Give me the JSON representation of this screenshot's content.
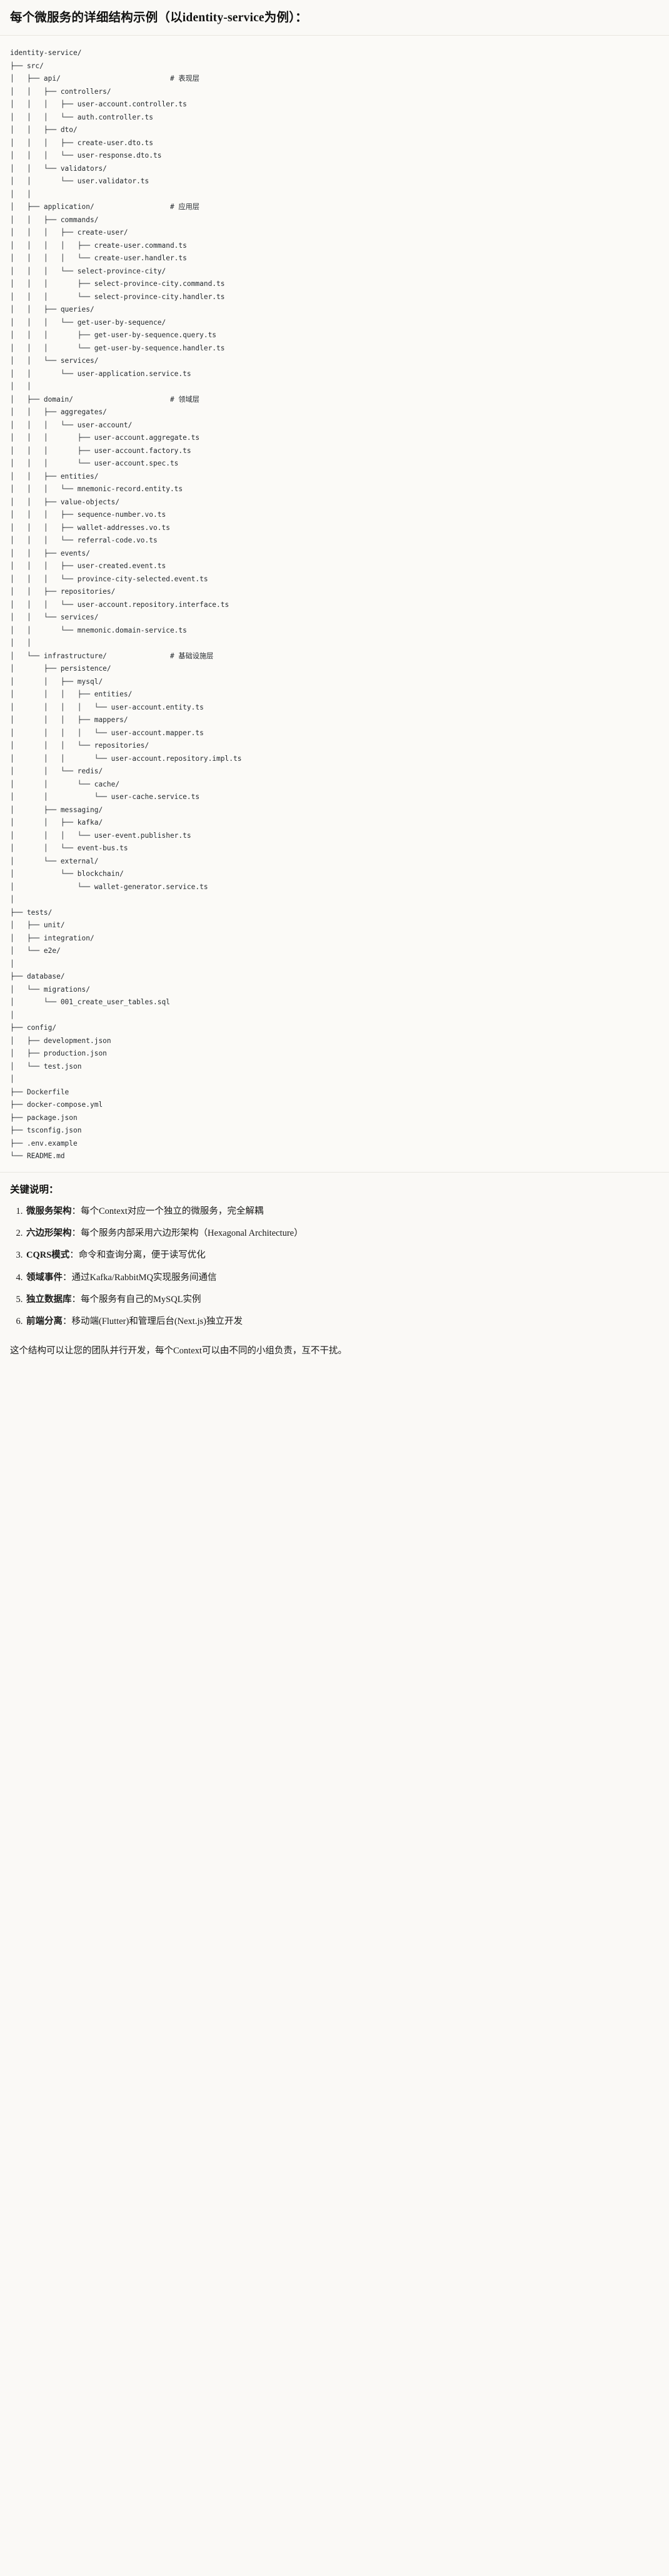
{
  "heading": "每个微服务的详细结构示例（以identity-service为例）：",
  "tree": {
    "root": "identity-service/",
    "text": "identity-service/\n├── src/\n│   ├── api/                          # 表现层\n│   │   ├── controllers/\n│   │   │   ├── user-account.controller.ts\n│   │   │   └── auth.controller.ts\n│   │   ├── dto/\n│   │   │   ├── create-user.dto.ts\n│   │   │   └── user-response.dto.ts\n│   │   └── validators/\n│   │       └── user.validator.ts\n│   │\n│   ├── application/                  # 应用层\n│   │   ├── commands/\n│   │   │   ├── create-user/\n│   │   │   │   ├── create-user.command.ts\n│   │   │   │   └── create-user.handler.ts\n│   │   │   └── select-province-city/\n│   │   │       ├── select-province-city.command.ts\n│   │   │       └── select-province-city.handler.ts\n│   │   ├── queries/\n│   │   │   └── get-user-by-sequence/\n│   │   │       ├── get-user-by-sequence.query.ts\n│   │   │       └── get-user-by-sequence.handler.ts\n│   │   └── services/\n│   │       └── user-application.service.ts\n│   │\n│   ├── domain/                       # 领域层\n│   │   ├── aggregates/\n│   │   │   └── user-account/\n│   │   │       ├── user-account.aggregate.ts\n│   │   │       ├── user-account.factory.ts\n│   │   │       └── user-account.spec.ts\n│   │   ├── entities/\n│   │   │   └── mnemonic-record.entity.ts\n│   │   ├── value-objects/\n│   │   │   ├── sequence-number.vo.ts\n│   │   │   ├── wallet-addresses.vo.ts\n│   │   │   └── referral-code.vo.ts\n│   │   ├── events/\n│   │   │   ├── user-created.event.ts\n│   │   │   └── province-city-selected.event.ts\n│   │   ├── repositories/\n│   │   │   └── user-account.repository.interface.ts\n│   │   └── services/\n│   │       └── mnemonic.domain-service.ts\n│   │\n│   └── infrastructure/               # 基础设施层\n│       ├── persistence/\n│       │   ├── mysql/\n│       │   │   ├── entities/\n│       │   │   │   └── user-account.entity.ts\n│       │   │   ├── mappers/\n│       │   │   │   └── user-account.mapper.ts\n│       │   │   └── repositories/\n│       │   │       └── user-account.repository.impl.ts\n│       │   └── redis/\n│       │       └── cache/\n│       │           └── user-cache.service.ts\n│       ├── messaging/\n│       │   ├── kafka/\n│       │   │   └── user-event.publisher.ts\n│       │   └── event-bus.ts\n│       └── external/\n│           └── blockchain/\n│               └── wallet-generator.service.ts\n│\n├── tests/\n│   ├── unit/\n│   ├── integration/\n│   └── e2e/\n│\n├── database/\n│   └── migrations/\n│       └── 001_create_user_tables.sql\n│\n├── config/\n│   ├── development.json\n│   ├── production.json\n│   └── test.json\n│\n├── Dockerfile\n├── docker-compose.yml\n├── package.json\n├── tsconfig.json\n├── .env.example\n└── README.md",
    "layer_comments": [
      {
        "path": "api/",
        "comment": "# 表现层"
      },
      {
        "path": "application/",
        "comment": "# 应用层"
      },
      {
        "path": "domain/",
        "comment": "# 领域层"
      },
      {
        "path": "infrastructure/",
        "comment": "# 基础设施层"
      }
    ]
  },
  "notes": {
    "title": "关键说明：",
    "items": [
      {
        "index": "1.",
        "term": "微服务架构",
        "sep": "：",
        "desc": "每个Context对应一个独立的微服务，完全解耦"
      },
      {
        "index": "2.",
        "term": "六边形架构",
        "sep": "：",
        "desc": "每个服务内部采用六边形架构（Hexagonal Architecture）"
      },
      {
        "index": "3.",
        "term": "CQRS模式",
        "sep": "：",
        "desc": "命令和查询分离，便于读写优化"
      },
      {
        "index": "4.",
        "term": "领域事件",
        "sep": "：",
        "desc": "通过Kafka/RabbitMQ实现服务间通信"
      },
      {
        "index": "5.",
        "term": "独立数据库",
        "sep": "：",
        "desc": "每个服务有自己的MySQL实例"
      },
      {
        "index": "6.",
        "term": "前端分离",
        "sep": "：",
        "desc": "移动端(Flutter)和管理后台(Next.js)独立开发"
      }
    ]
  },
  "closing": "这个结构可以让您的团队并行开发，每个Context可以由不同的小组负责，互不干扰。",
  "colors": {
    "page_bg": "#faf9f6",
    "code_bg": "#fbfaf7",
    "text": "#1a1a19",
    "code_text": "#24292e",
    "rule": "#e8e6e0"
  }
}
